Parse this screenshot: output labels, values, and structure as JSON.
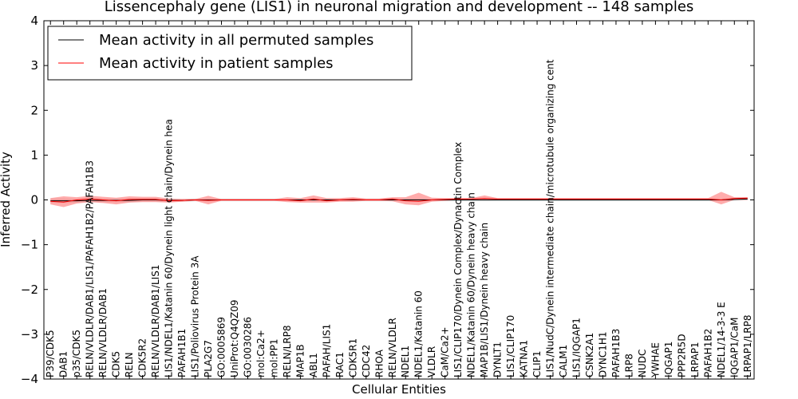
{
  "chart_data": {
    "type": "line",
    "title": "Lissencephaly gene (LIS1) in neuronal migration and development -- 148 samples",
    "xlabel": "Cellular Entities",
    "ylabel": "Inferred Activity",
    "ylim": [
      -4,
      4
    ],
    "yticks": [
      "−4",
      "−3",
      "−2",
      "−1",
      "0",
      "1",
      "2",
      "3",
      "4"
    ],
    "legend_position": "top-left",
    "colors": {
      "permuted": "#000000",
      "patient": "#ff0000",
      "patient_band": "#ff8080",
      "permuted_band": "#bbbbbb"
    },
    "categories": [
      "P39/CDK5",
      "DAB1",
      "p35/CDK5",
      "RELN/VLDLR/DAB1/LIS1/PAFAH1B2/PAFAH1B3",
      "RELN/VLDLR/DAB1",
      "CDK5",
      "RELN",
      "CDK5R2",
      "RELN/VLDLR/DAB1/LIS1",
      "LIS1/NDEL1/Katanin 60/Dynein light chain/Dynein hea",
      "PAFAH1B1",
      "LIS1/Poliovirus Protein 3A",
      "PLA2G7",
      "GO:0005869",
      "UniProt:Q4QZ09",
      "GO:0030286",
      "mol:Ca2+",
      "mol:PP1",
      "RELN/LRP8",
      "MAP1B",
      "ABL1",
      "PAFAH/LIS1",
      "RAC1",
      "CDK5R1",
      "CDC42",
      "RHOA",
      "RELN/VLDLR",
      "NDEL1",
      "NDEL1/Katanin 60",
      "VLDLR",
      "CaM/Ca2+",
      "LIS1/CLIP170/Dynein Complex/Dynactin Complex",
      "NDEL1/Katanin 60/Dynein heavy chain",
      "MAP1B/LIS1/Dynein heavy chain",
      "DYNLT1",
      "LIS1/CLIP170",
      "KATNA1",
      "CLIP1",
      "LIS1/NudC/Dynein intermediate chain/microtubule organizing cent",
      "CALM1",
      "LIS1/IQGAP1",
      "CSNK2A1",
      "DYNC1H1",
      "PAFAH1B3",
      "LRP8",
      "NUDC",
      "YWHAE",
      "IQGAP1",
      "PPP2R5D",
      "LRPAP1",
      "PAFAH1B2",
      "NDEL1/14-3-3 E",
      "IQGAP1/CaM",
      "LRPAP1/LRP8"
    ],
    "series": [
      {
        "name": "Mean activity in all permuted samples",
        "values": [
          -0.02,
          -0.02,
          -0.02,
          -0.01,
          -0.01,
          -0.01,
          -0.01,
          0.0,
          0.0,
          -0.01,
          -0.01,
          0.0,
          0.0,
          0.0,
          0.0,
          0.0,
          0.0,
          0.0,
          0.0,
          0.0,
          0.0,
          0.0,
          0.0,
          0.0,
          0.0,
          0.0,
          0.0,
          0.0,
          0.0,
          0.0,
          0.0,
          0.0,
          0.0,
          0.0,
          0.0,
          0.0,
          0.0,
          0.0,
          0.0,
          0.0,
          0.0,
          0.0,
          0.0,
          0.0,
          0.0,
          0.0,
          0.0,
          0.0,
          0.0,
          0.0,
          0.0,
          0.0,
          0.01,
          0.02
        ],
        "lower": [
          -0.07,
          -0.07,
          -0.06,
          -0.05,
          -0.05,
          -0.05,
          -0.05,
          -0.04,
          -0.04,
          -0.04,
          -0.04,
          -0.03,
          -0.03,
          -0.03,
          -0.03,
          -0.03,
          -0.03,
          -0.03,
          -0.03,
          -0.03,
          -0.03,
          -0.03,
          -0.03,
          -0.03,
          -0.03,
          -0.03,
          -0.03,
          -0.03,
          -0.03,
          -0.03,
          -0.03,
          -0.03,
          -0.03,
          -0.03,
          -0.03,
          -0.03,
          -0.03,
          -0.03,
          -0.03,
          -0.03,
          -0.03,
          -0.03,
          -0.03,
          -0.03,
          -0.03,
          -0.03,
          -0.03,
          -0.03,
          -0.03,
          -0.03,
          -0.03,
          -0.03,
          -0.02,
          -0.01
        ],
        "upper": [
          0.03,
          0.03,
          0.02,
          0.03,
          0.03,
          0.03,
          0.03,
          0.04,
          0.04,
          0.02,
          0.02,
          0.03,
          0.03,
          0.03,
          0.03,
          0.03,
          0.03,
          0.03,
          0.03,
          0.03,
          0.03,
          0.03,
          0.03,
          0.03,
          0.03,
          0.03,
          0.03,
          0.03,
          0.03,
          0.03,
          0.03,
          0.03,
          0.03,
          0.03,
          0.03,
          0.03,
          0.03,
          0.03,
          0.03,
          0.03,
          0.03,
          0.03,
          0.03,
          0.03,
          0.03,
          0.03,
          0.03,
          0.03,
          0.03,
          0.03,
          0.03,
          0.03,
          0.04,
          0.05
        ]
      },
      {
        "name": "Mean activity in patient samples",
        "values": [
          -0.03,
          -0.05,
          0.0,
          0.02,
          0.0,
          -0.02,
          0.01,
          0.01,
          0.01,
          -0.02,
          -0.01,
          0.0,
          -0.01,
          0.0,
          0.0,
          0.0,
          0.0,
          0.0,
          0.0,
          -0.02,
          0.02,
          -0.02,
          0.0,
          0.01,
          0.0,
          0.0,
          0.02,
          -0.02,
          -0.03,
          0.0,
          0.01,
          0.02,
          0.02,
          0.03,
          0.02,
          0.02,
          0.02,
          0.02,
          0.02,
          0.02,
          0.02,
          0.02,
          0.02,
          0.02,
          0.02,
          0.02,
          0.02,
          0.02,
          0.02,
          0.02,
          0.02,
          0.0,
          0.03,
          0.04
        ],
        "lower": [
          -0.1,
          -0.16,
          -0.08,
          -0.05,
          -0.07,
          -0.1,
          -0.06,
          -0.05,
          -0.05,
          -0.06,
          -0.04,
          -0.02,
          -0.1,
          -0.02,
          -0.02,
          -0.02,
          -0.02,
          -0.02,
          -0.05,
          -0.06,
          -0.06,
          -0.06,
          -0.04,
          -0.04,
          -0.02,
          -0.02,
          -0.03,
          -0.1,
          -0.12,
          -0.04,
          -0.02,
          0.0,
          0.0,
          0.0,
          0.0,
          0.0,
          0.0,
          0.0,
          0.0,
          0.0,
          0.0,
          0.0,
          0.0,
          0.0,
          0.0,
          0.0,
          0.0,
          0.0,
          0.0,
          0.0,
          0.0,
          -0.1,
          0.0,
          0.0
        ],
        "upper": [
          0.04,
          0.08,
          0.06,
          0.09,
          0.07,
          0.05,
          0.08,
          0.07,
          0.07,
          0.03,
          0.02,
          0.02,
          0.09,
          0.02,
          0.02,
          0.02,
          0.02,
          0.02,
          0.06,
          0.04,
          0.1,
          0.04,
          0.04,
          0.06,
          0.03,
          0.03,
          0.06,
          0.06,
          0.16,
          0.05,
          0.04,
          0.04,
          0.04,
          0.1,
          0.04,
          0.04,
          0.04,
          0.04,
          0.04,
          0.04,
          0.04,
          0.04,
          0.04,
          0.04,
          0.04,
          0.04,
          0.04,
          0.04,
          0.04,
          0.04,
          0.04,
          0.18,
          0.06,
          0.06
        ]
      }
    ]
  }
}
